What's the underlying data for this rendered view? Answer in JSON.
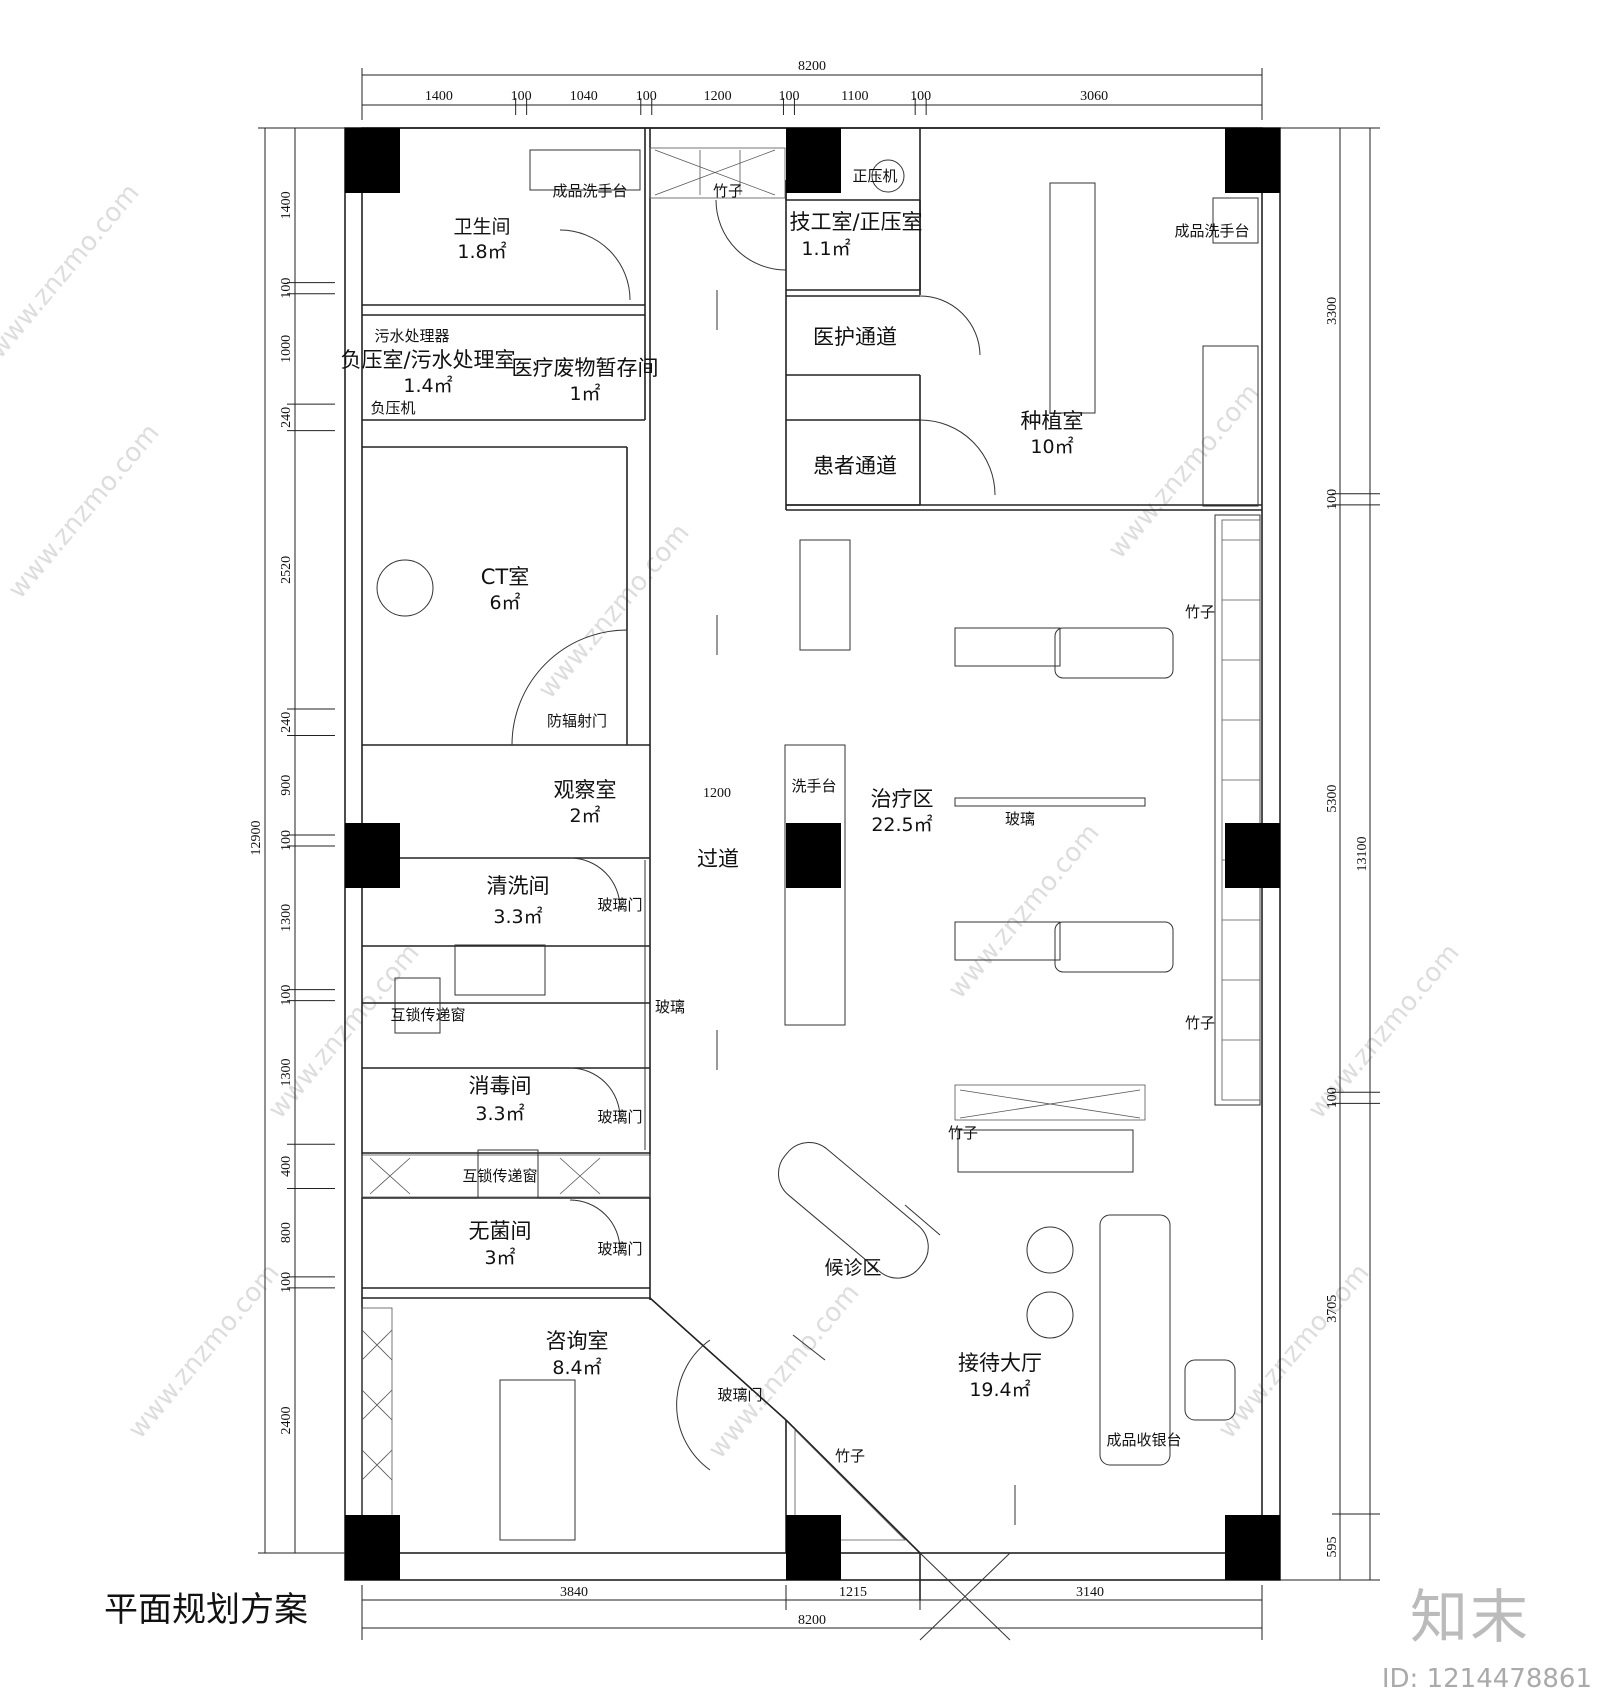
{
  "title": "平面规划方案",
  "brand": "知末",
  "image_id": "ID: 1214478861",
  "watermark": "www.znzmo.com",
  "dims": {
    "top_total": "8200",
    "top_segments": [
      "1400",
      "100",
      "1040",
      "100",
      "1200",
      "100",
      "1100",
      "100",
      "3060"
    ],
    "bottom_total": "8200",
    "bottom_segments": [
      "3840",
      "1215",
      "3140"
    ],
    "left_total": "12900",
    "left_segments": [
      "1400",
      "100",
      "1000",
      "240",
      "2520",
      "240",
      "900",
      "100",
      "1300",
      "100",
      "1300",
      "400",
      "800",
      "100",
      "2400"
    ],
    "right_total": "13100",
    "right_segments": [
      "3300",
      "100",
      "5300",
      "100",
      "3705",
      "595"
    ],
    "corridor_width": "1200"
  },
  "rooms": {
    "toilet": {
      "name": "卫生间",
      "area": "1.8㎡"
    },
    "sewage": {
      "name": "负压室/污水处理室",
      "area": "1.4㎡",
      "device1": "污水处理器",
      "device2": "负压机"
    },
    "waste": {
      "name": "医疗废物暂存间",
      "area": "1㎡"
    },
    "sink1": "成品洗手台",
    "bamboo1": "竹子",
    "tech": {
      "name": "技工室/正压室",
      "area": "1.1㎡",
      "device": "正压机"
    },
    "staff_passage": "医护通道",
    "patient_passage": "患者通道",
    "implant": {
      "name": "种植室",
      "area": "10㎡"
    },
    "sink2": "成品洗手台",
    "ct": {
      "name": "CT室",
      "area": "6㎡",
      "door": "防辐射门"
    },
    "observe": {
      "name": "观察室",
      "area": "2㎡"
    },
    "corridor": "过道",
    "handsink": "洗手台",
    "treatment": {
      "name": "治疗区",
      "area": "22.5㎡"
    },
    "glass1": "玻璃",
    "glass2": "玻璃",
    "bamboo2": "竹子",
    "bamboo3": "竹子",
    "bamboo4": "竹子",
    "bamboo5": "竹子",
    "clean": {
      "name": "清洗间",
      "area": "3.3㎡",
      "door": "玻璃门"
    },
    "passwin1": "互锁传递窗",
    "disinfect": {
      "name": "消毒间",
      "area": "3.3㎡",
      "door": "玻璃门"
    },
    "passwin2": "互锁传递窗",
    "sterile": {
      "name": "无菌间",
      "area": "3㎡",
      "door": "玻璃门"
    },
    "consult": {
      "name": "咨询室",
      "area": "8.4㎡",
      "door": "玻璃门"
    },
    "waiting": "候诊区",
    "reception": {
      "name": "接待大厅",
      "area": "19.4㎡",
      "cashier": "成品收银台"
    }
  }
}
